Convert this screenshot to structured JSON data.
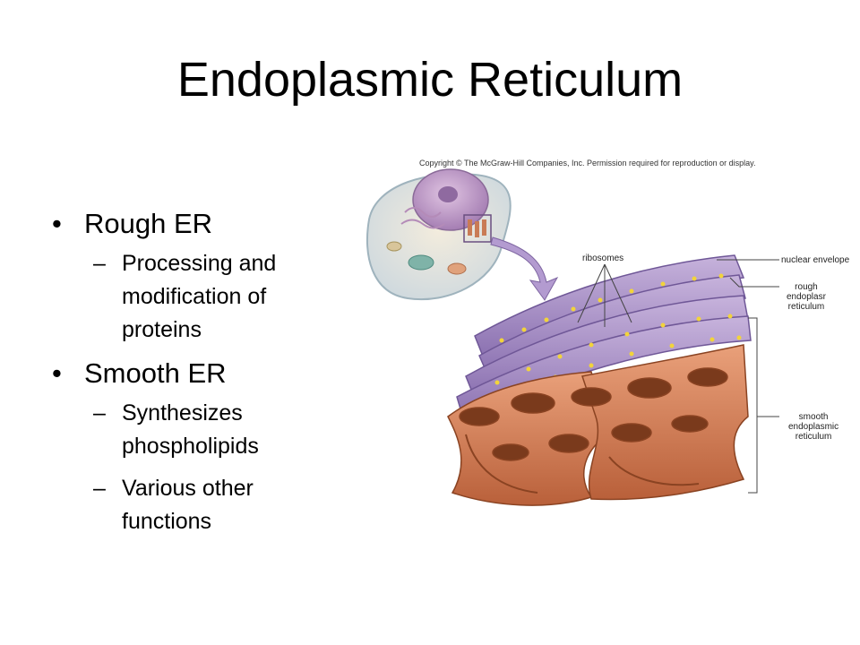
{
  "slide": {
    "title": "Endoplasmic Reticulum",
    "bullets": [
      {
        "text": "Rough ER",
        "subitems": [
          "Processing and modification of proteins"
        ]
      },
      {
        "text": "Smooth ER",
        "subitems": [
          "Synthesizes phospholipids",
          "Various other functions"
        ]
      }
    ],
    "bullet_glyph": "•",
    "dash_glyph": "–"
  },
  "figure": {
    "copyright": "Copyright © The McGraw-Hill Companies, Inc. Permission required for reproduction or display.",
    "labels": {
      "ribosomes": "ribosomes",
      "nuclear_envelope": "nuclear envelope",
      "rough_er_line1": "rough",
      "rough_er_line2": "endoplasr",
      "rough_er_line3": "reticulum",
      "smooth_er_line1": "smooth",
      "smooth_er_line2": "endoplasmic",
      "smooth_er_line3": "reticulum"
    },
    "colors": {
      "smooth_er": "#d9825a",
      "smooth_er_dark": "#a9552f",
      "rough_er": "#a58bc4",
      "rough_er_dark": "#6f5797",
      "ribosome": "#f2d43a",
      "cell": "#e7ddc9",
      "nucleus": "#c8a3cc",
      "arrow": "#b39bd0"
    }
  }
}
